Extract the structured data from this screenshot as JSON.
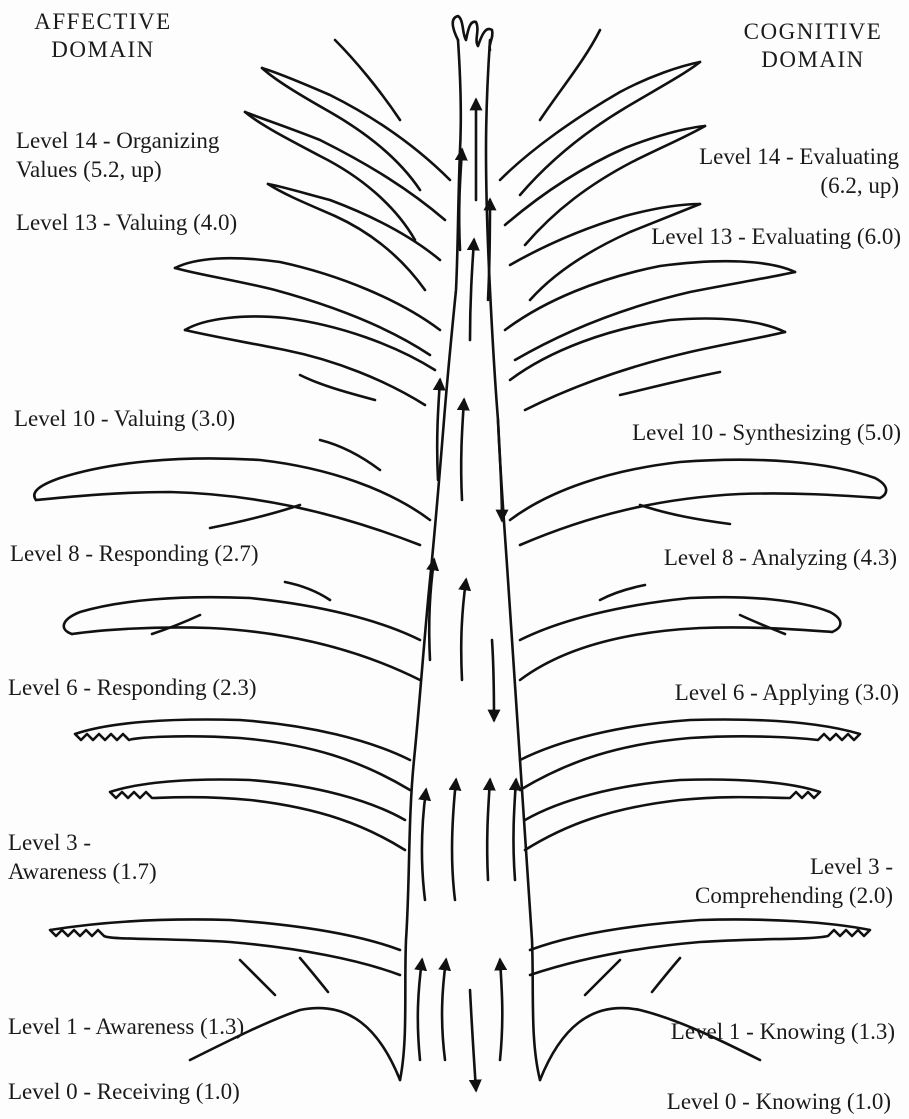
{
  "headers": {
    "left": {
      "line1": "AFFECTIVE",
      "line2": "DOMAIN"
    },
    "right": {
      "line1": "COGNITIVE",
      "line2": "DOMAIN"
    }
  },
  "affective": [
    {
      "line1": "Level 14 - Organizing",
      "line2": "Values (5.2, up)"
    },
    {
      "line1": "Level 13 - Valuing (4.0)"
    },
    {
      "line1": "Level 10 - Valuing (3.0)"
    },
    {
      "line1": "Level 8 - Responding (2.7)"
    },
    {
      "line1": "Level 6 - Responding (2.3)"
    },
    {
      "line1": "Level 3 -",
      "line2": "Awareness (1.7)"
    },
    {
      "line1": "Level 1 - Awareness (1.3)"
    },
    {
      "line1": "Level 0 - Receiving (1.0)"
    }
  ],
  "cognitive": [
    {
      "line1": "Level 14 - Evaluating",
      "line2": "(6.2, up)"
    },
    {
      "line1": "Level 13 - Evaluating (6.0)"
    },
    {
      "line1": "Level 10 - Synthesizing (5.0)"
    },
    {
      "line1": "Level 8 - Analyzing (4.3)"
    },
    {
      "line1": "Level 6 - Applying (3.0)"
    },
    {
      "line1": "Level 3 -",
      "line2": "Comprehending (2.0)"
    },
    {
      "line1": "Level 1 - Knowing (1.3)"
    },
    {
      "line1": "Level 0 - Knowing (1.0)"
    }
  ]
}
